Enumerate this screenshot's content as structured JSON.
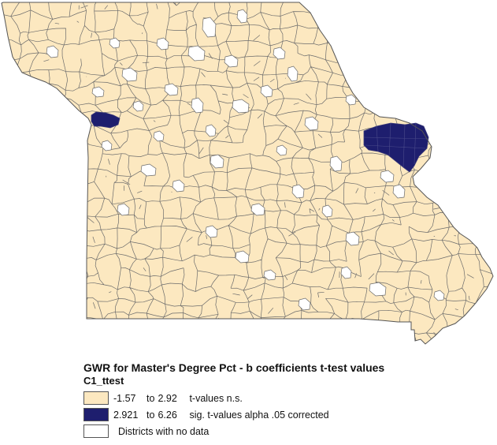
{
  "legend": {
    "title": "GWR for Master's Degree Pct - b coefficients t-test values",
    "field": "C1_ttest",
    "classes": [
      {
        "low": "-1.57",
        "sep": "to",
        "high": "2.92",
        "label": "t-values n.s.",
        "color": "#fce8c0"
      },
      {
        "low": "2.921",
        "sep": "to",
        "high": "6.26",
        "label": "sig. t-values alpha .05 corrected",
        "color": "#1e1e6e"
      },
      {
        "low": "",
        "sep": "",
        "high": "",
        "label": "Districts with no data",
        "color": "#ffffff"
      }
    ]
  },
  "colors": {
    "not_significant": "#fce8c0",
    "significant": "#1e1e6e",
    "no_data": "#ffffff",
    "district_border": "#6b6b6b"
  }
}
